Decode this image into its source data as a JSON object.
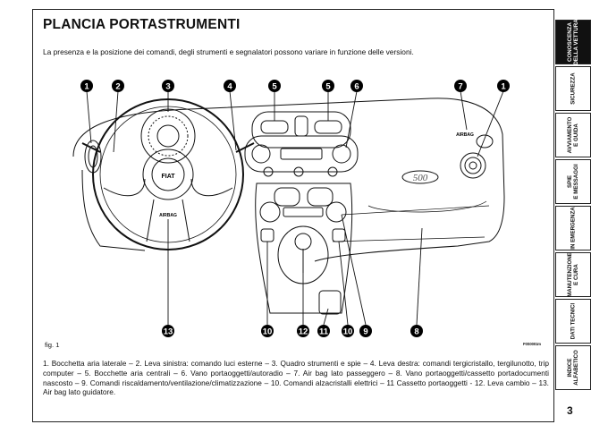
{
  "header": {
    "title": "PLANCIA PORTASTRUMENTI",
    "subtitle": "La presenza e la posizione dei comandi, degli strumenti e segnalatori possono variare in funzione delle versioni."
  },
  "figure": {
    "label": "fig. 1",
    "code": "F0S0001m",
    "callouts": [
      "1",
      "2",
      "3",
      "4",
      "5",
      "5",
      "6",
      "7",
      "1",
      "13",
      "10",
      "12",
      "11",
      "10",
      "9",
      "8"
    ],
    "artwork_text": {
      "steering_logo": "FIAT",
      "steering_airbag": "AIRBAG",
      "dash_airbag": "AIRBAG",
      "model_badge": "500"
    }
  },
  "caption": "1. Bocchetta aria laterale – 2. Leva sinistra: comando luci esterne – 3. Quadro strumenti e spie – 4. Leva destra: comandi tergicristallo, tergilunotto, trip computer – 5. Bocchette aria centrali – 6. Vano portaoggetti/autoradio – 7. Air bag lato passeggero – 8. Vano portaoggetti/cassetto portadocumenti nascosto – 9. Comandi riscaldamento/ventilazione/climatizzazione – 10. Comandi alzacristalli elettrici – 11 Cassetto portaoggetti - 12. Leva cambio – 13. Air bag lato guidatore.",
  "page_number": "3",
  "side_tabs": [
    {
      "label": "CONOSCENZA\nDELLA VETTURA",
      "active": true
    },
    {
      "label": "SICUREZZA",
      "active": false
    },
    {
      "label": "AVVIAMENTO\nE GUIDA",
      "active": false
    },
    {
      "label": "SPIE\nE MESSAGGI",
      "active": false
    },
    {
      "label": "IN EMERGENZA",
      "active": false
    },
    {
      "label": "MANUTENZIONE\nE CURA",
      "active": false
    },
    {
      "label": "DATI TECNICI",
      "active": false
    },
    {
      "label": "INDICE\nALFABETICO",
      "active": false
    }
  ]
}
